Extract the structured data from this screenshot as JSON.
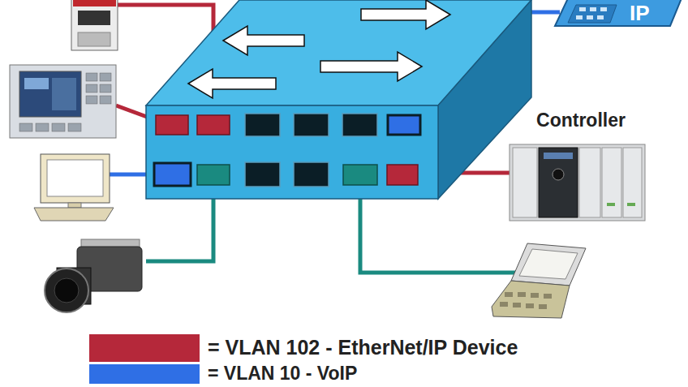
{
  "diagram": {
    "labels": [
      "IP",
      "Controller"
    ],
    "legend": [
      {
        "text": "= VLAN 102 - EtherNet/IP Device",
        "color": "#b5283a"
      },
      {
        "text": "= VLAN 10 - VoIP",
        "color": "#2f6fe5"
      }
    ]
  }
}
